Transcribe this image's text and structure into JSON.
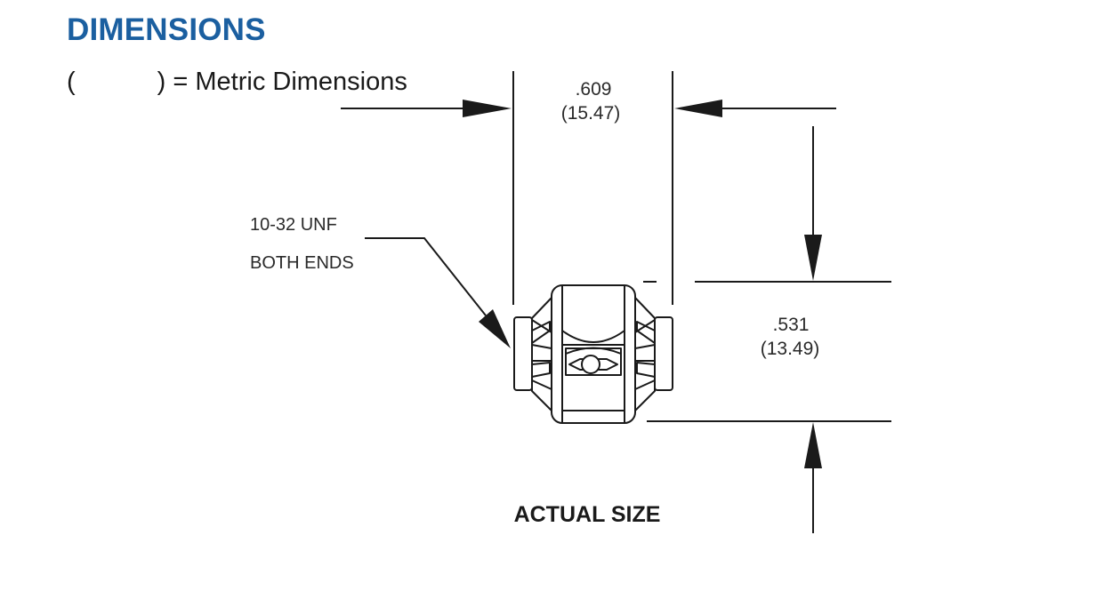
{
  "header": {
    "title": "DIMENSIONS",
    "legend_open": "(",
    "legend_rest": ") = Metric Dimensions"
  },
  "drawing": {
    "width_imperial": ".609",
    "width_metric": "(15.47)",
    "height_imperial": ".531",
    "height_metric": "(13.49)",
    "callout_line1": "10-32 UNF",
    "callout_line2": "BOTH ENDS",
    "caption": "ACTUAL SIZE"
  },
  "colors": {
    "title": "#1b5fa0",
    "line": "#1a1a1a"
  }
}
